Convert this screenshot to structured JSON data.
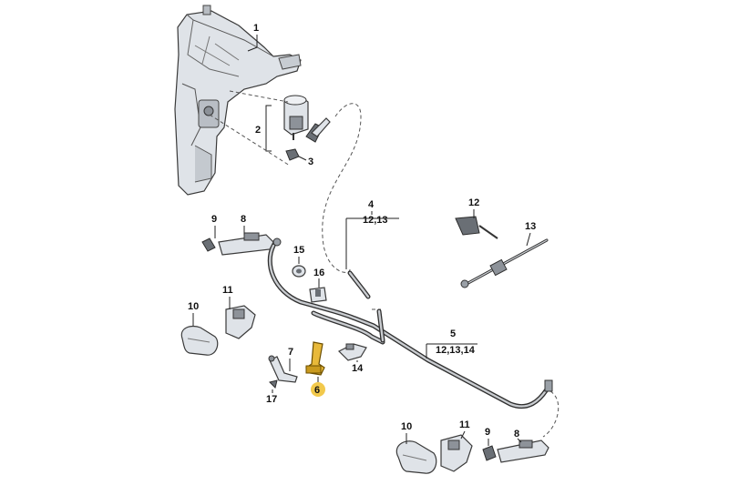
{
  "labels": {
    "l1": "1",
    "l2": "2",
    "l3": "3",
    "l4": "4",
    "l4_sub": "12,13",
    "l5": "5",
    "l5_sub": "12,13,14",
    "l6": "6",
    "l7": "7",
    "l8a": "8",
    "l8b": "8",
    "l9a": "9",
    "l9b": "9",
    "l10a": "10",
    "l10b": "10",
    "l11a": "11",
    "l11b": "11",
    "l12": "12",
    "l13": "13",
    "l14": "14",
    "l15": "15",
    "l16": "16",
    "l17": "17"
  },
  "highlight": {
    "part": "6",
    "color": "#f2c94c"
  }
}
